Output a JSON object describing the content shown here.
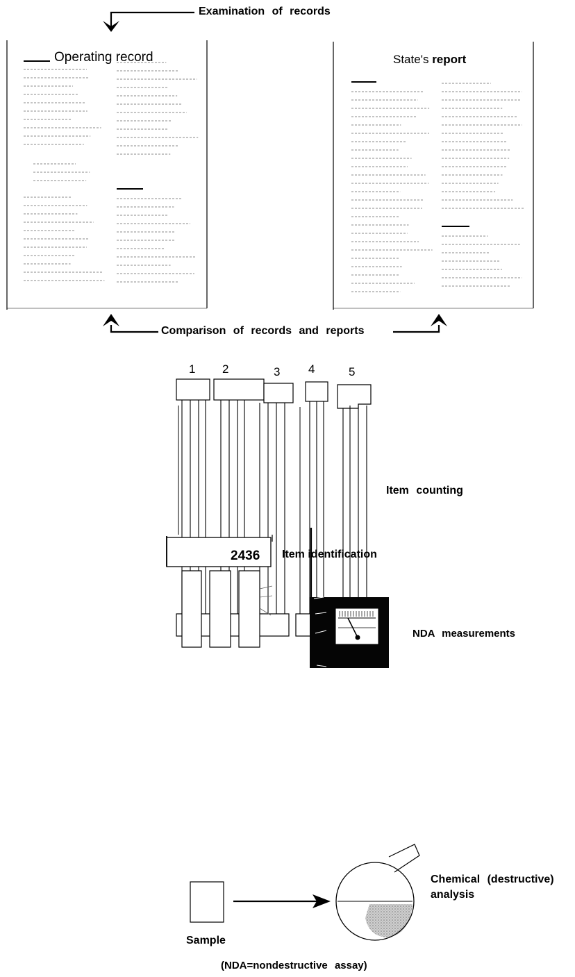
{
  "labels": {
    "examination": "Examination of records",
    "operating_record": "Operating record",
    "states_report_prefix": "State's",
    "states_report_bold": "report",
    "comparison": "Comparison of records and reports",
    "item_counting": "Item counting",
    "item_identification": "Item identification",
    "item_number": "2436",
    "nda_measurements": "NDA measurements",
    "chemical_line1": "Chemical (destructive)",
    "chemical_line2": "analysis",
    "sample": "Sample",
    "footnote": "(NDA=nondestructive assay)"
  },
  "bundles": [
    {
      "number": "1"
    },
    {
      "number": "2"
    },
    {
      "number": "3"
    },
    {
      "number": "4"
    },
    {
      "number": "5"
    }
  ]
}
